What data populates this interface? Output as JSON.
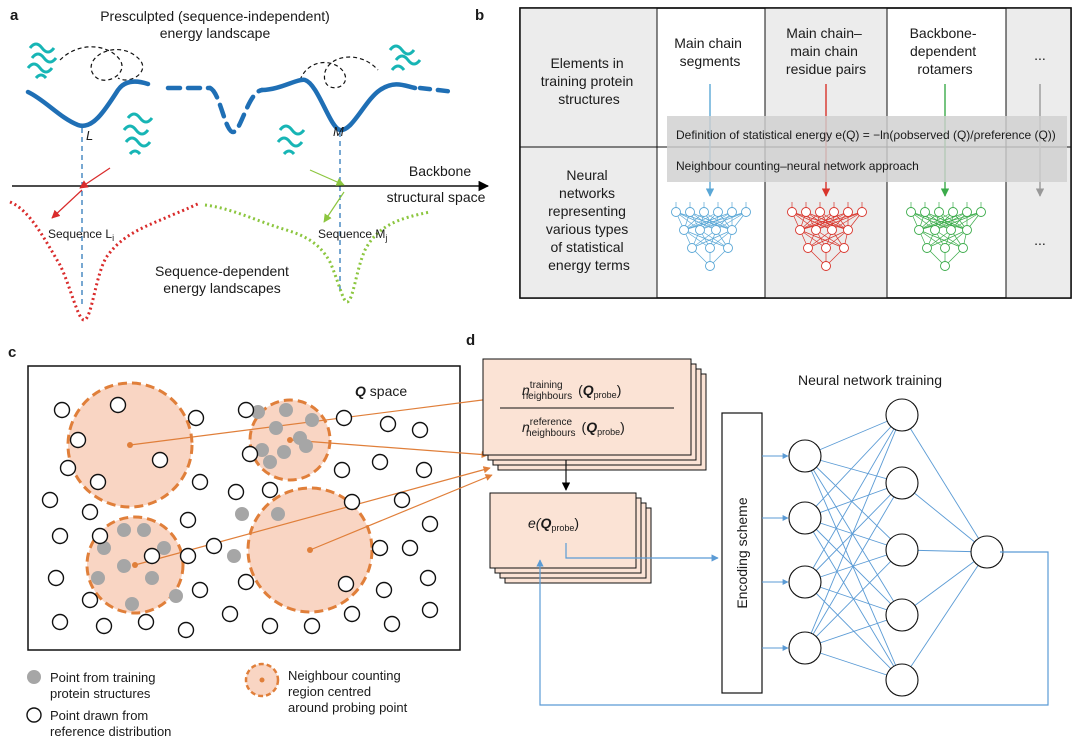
{
  "panel_a": {
    "letter": "a",
    "title_line1": "Presculpted (sequence-independent)",
    "title_line2": "energy landscape",
    "label_L": "L",
    "label_M": "M",
    "axis_line1": "Backbone",
    "axis_line2": "structural space",
    "seq_L": "Sequence L",
    "seq_L_sub": "i",
    "seq_M": "Sequence M",
    "seq_M_sub": "j",
    "dep_line1": "Sequence-dependent",
    "dep_line2": "energy landscapes",
    "colors": {
      "landscape": "#1f6fb5",
      "seq_L": "#d92b2b",
      "seq_M": "#8cc63f"
    }
  },
  "panel_b": {
    "letter": "b",
    "row1_label": [
      "Elements in",
      "training protein",
      "structures"
    ],
    "row2_label": [
      "Neural",
      "networks",
      "representing",
      "various types",
      "of statistical",
      "energy terms"
    ],
    "col1": [
      "Main chain",
      "segments"
    ],
    "col2": [
      "Main chain–",
      "main chain",
      "residue pairs"
    ],
    "col3": [
      "Backbone-",
      "dependent",
      "rotamers"
    ],
    "col4": [
      "..."
    ],
    "col4_bottom": "...",
    "definition": "Definition of statistical energy e(Q) = −ln(ρobserved (Q)/ρreference (Q))",
    "approach": "Neighbour counting–neural network approach",
    "colors": {
      "col1": "#5aa7d6",
      "col2": "#d9342b",
      "col3": "#3bab4a",
      "col4": "#999999"
    }
  },
  "panel_c": {
    "letter": "c",
    "space_q": "Q",
    "space_label": " space",
    "legend_filled_1": "Point from training",
    "legend_filled_2": "protein structures",
    "legend_open_1": "Point drawn from",
    "legend_open_2": "reference distribution",
    "legend_region_1": "Neighbour counting",
    "legend_region_2": "region centred",
    "legend_region_3": "around probing point",
    "colors": {
      "region_fill": "#f9d5c3",
      "region_stroke": "#e07f3a",
      "filled_point": "#a6a6a6"
    }
  },
  "panel_d": {
    "letter": "d",
    "ratio_num": "n",
    "ratio_num_sup": "training",
    "ratio_num_sub": "neighbours",
    "ratio_den": "n",
    "ratio_den_sup": "reference",
    "ratio_den_sub": "neighbours",
    "q_probe": "Q",
    "probe_sub": "probe",
    "energy_e": "e(",
    "encoding": "Encoding scheme",
    "training_title": "Neural network training",
    "colors": {
      "box_fill": "#fbe3d5",
      "network": "#5b9bd5"
    }
  }
}
